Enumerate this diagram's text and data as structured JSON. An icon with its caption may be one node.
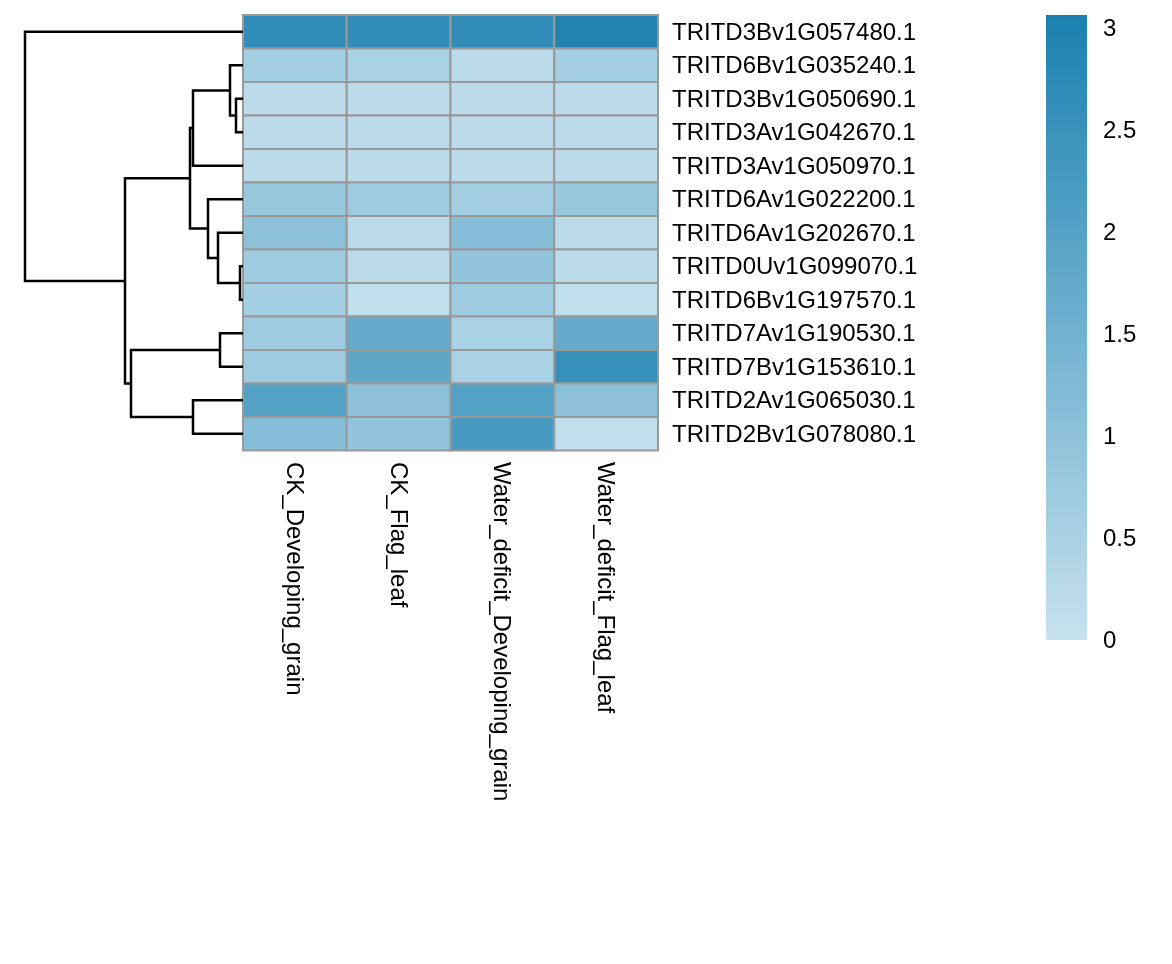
{
  "diagram": {
    "labels": [
      "TRITD3Bv1G057480.1",
      "TRITD6Bv1G035240.1",
      "TRITD3Bv1G050690.1",
      "TRITD3Av1G042670.1",
      "TRITD3Av1G050970.1",
      "TRITD6Av1G022200.1",
      "TRITD6Av1G202670.1",
      "TRITD0Uv1G099070.1",
      "TRITD6Bv1G197570.1",
      "TRITD7Av1G190530.1",
      "TRITD7Bv1G153610.1",
      "TRITD2Av1G065030.1",
      "TRITD2Bv1G078080.1",
      "CK_Developing_grain",
      "CK_Flag_leaf",
      "Water_deficit_Developing_grain",
      "Water_deficit_Flag_leaf",
      "3",
      "2.5",
      "2",
      "1.5",
      "1",
      "0.5",
      "0"
    ]
  }
}
